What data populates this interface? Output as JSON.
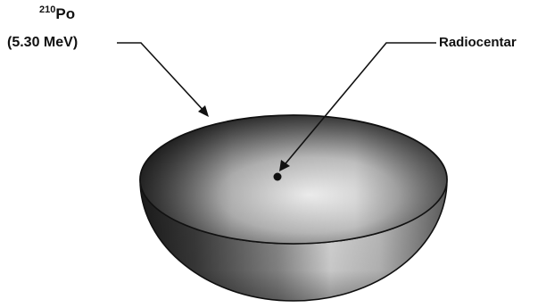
{
  "labels": {
    "isotope_mass": "210",
    "isotope_symbol": "Po",
    "energy": "(5.30 MeV)",
    "center": "Radiocentar"
  },
  "icons": {
    "source_shell": "hemisphere-icon",
    "center_point": "dot-icon"
  },
  "colors": {
    "ink": "#111111",
    "shell_dark": "#2a2a2a",
    "shell_light": "#f2f2f2"
  }
}
